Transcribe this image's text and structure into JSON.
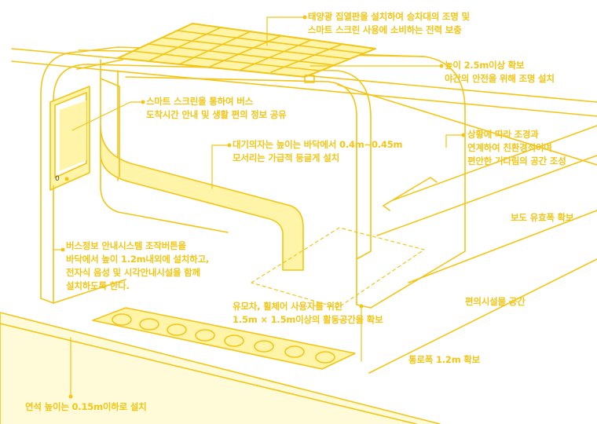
{
  "colors": {
    "accent": "#f3c515",
    "fill": "#fff4a8",
    "fill_light": "#fffbd9",
    "dot": "#444444"
  },
  "labels": {
    "solar": [
      "태양광 집열판을 설치하여 승차대의 조명 및",
      "스마트 스크린 사용에 소비하는 전력 보충"
    ],
    "height": [
      "높이 2.5m이상 확보",
      "야간의 안전을 위해 조명 설치"
    ],
    "screen": [
      "스마트 스크린을 통하여 버스",
      "도착시간 안내 및 생활 편의 정보 공유"
    ],
    "bench": [
      "대기의자는 높이는 바닥에서 0.4m~0.45m",
      "모서리는 가급적 둥글게 설치"
    ],
    "landscape": [
      "상황에 따라 조경과",
      "연계하여 친환경적이며",
      "편안한 기다림의 공간 조성"
    ],
    "sidewalk": "보도 유효폭 확보",
    "button": [
      "버스정보 안내시스템 조작버튼을",
      "바닥에서 높이 1.2m내외에 설치하고,",
      "전자식 음성 및 시각안내시설을 함께",
      "설치하도록 한다."
    ],
    "wheelchair": [
      "유모차, 휠체어 사용자를 위한",
      "1.5m × 1.5m이상의 활동공간을 확보"
    ],
    "convenience": "편의시설물 공간",
    "passage": "통로폭 1.2m 확보",
    "curb": "연석 높이는 0.15m이하로 설치"
  },
  "button_glyph": "0",
  "tactile_block_count": 8
}
